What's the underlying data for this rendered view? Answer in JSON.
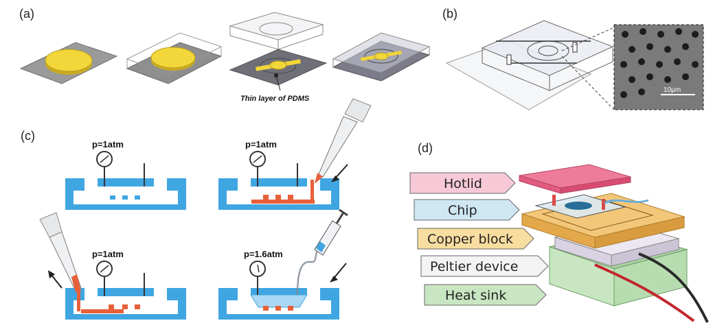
{
  "panels": {
    "a": "(a)",
    "b": "(b)",
    "c": "(c)",
    "d": "(d)"
  },
  "a": {
    "annotation": "Thin layer of PDMS"
  },
  "b": {
    "scale_bar": "10μm"
  },
  "c": {
    "pressure_1": "p=1atm",
    "pressure_2": "p=1atm",
    "pressure_3": "p=1atm",
    "pressure_4": "p=1.6atm"
  },
  "d": {
    "layers": [
      "Hotlid",
      "Chip",
      "Copper block",
      "Peltier device",
      "Heat sink"
    ]
  },
  "colors": {
    "gold": "#f2d63a",
    "channel_blue": "#3fa6e2",
    "sample_red": "#e8603a",
    "hotlid": "#f7c9d6",
    "chip": "#cfe6f3",
    "copper": "#f8dda0",
    "peltier": "#f3f3f3",
    "heatsink": "#c9e6c2"
  }
}
